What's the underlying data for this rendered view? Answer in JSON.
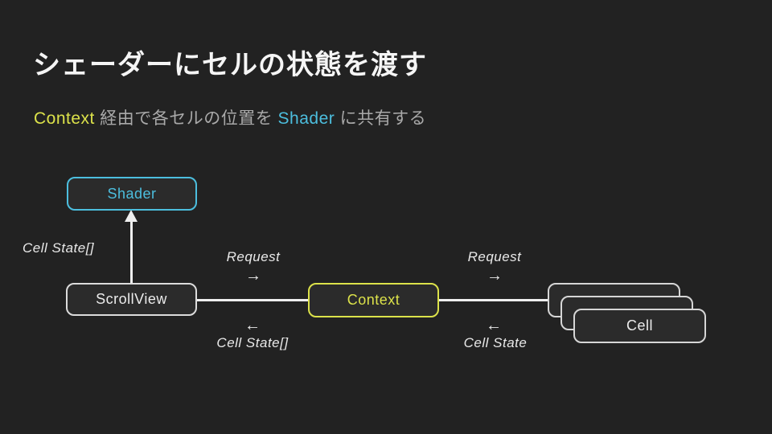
{
  "slide": {
    "title": "シェーダーにセルの状態を渡す",
    "subtitle": {
      "context_word": "Context",
      "middle": " 経由で各セルの位置を ",
      "shader_word": "Shader",
      "tail": " に共有する"
    }
  },
  "colors": {
    "background": "#222222",
    "box_fill": "#2b2b2b",
    "accent_yellow": "#dce24a",
    "accent_cyan": "#4cbede",
    "title_text": "#f5f5f5",
    "subtitle_text": "#a9a9a9",
    "line_white": "#efefef",
    "box_border_light": "#dcdcdc"
  },
  "diagram": {
    "nodes": {
      "shader": "Shader",
      "scrollview": "ScrollView",
      "context": "Context",
      "cell": "Cell"
    },
    "edges": {
      "to_shader_label": "Cell State[]",
      "request_left": "Request",
      "request_right": "Request",
      "return_left": "Cell State[]",
      "return_right": "Cell State",
      "right_arrow": "→",
      "left_arrow": "←"
    }
  }
}
